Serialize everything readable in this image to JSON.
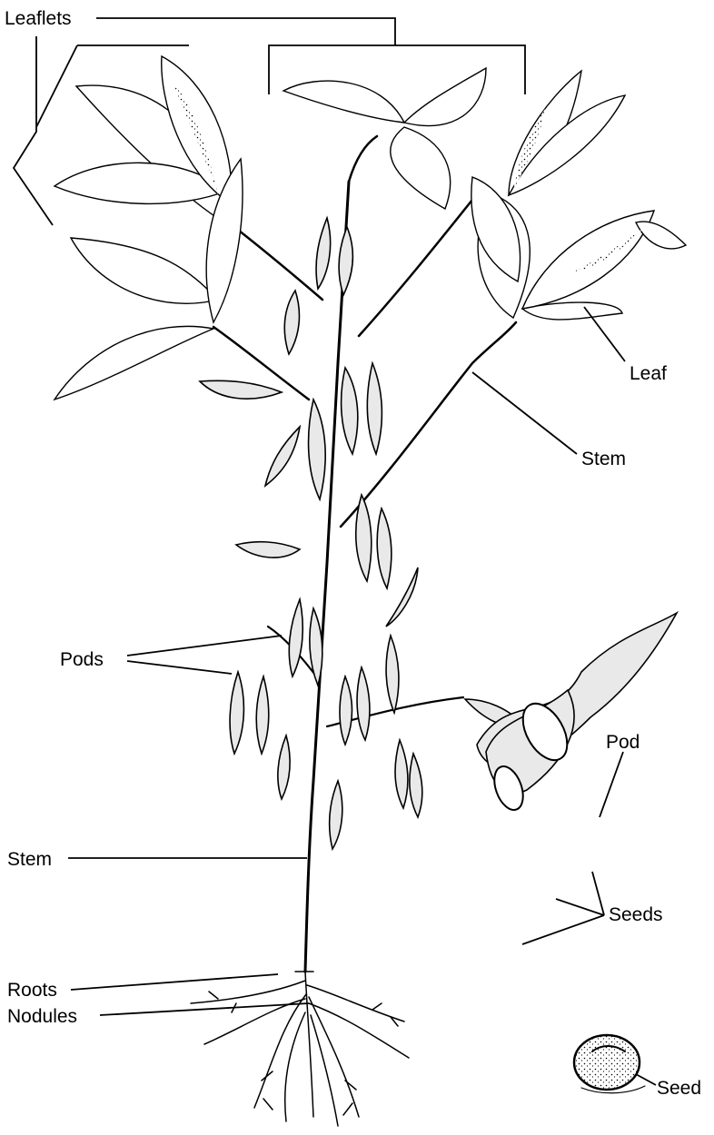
{
  "labels": {
    "leaflets": "Leaflets",
    "leaf": "Leaf",
    "stem_upper": "Stem",
    "pods": "Pods",
    "stem_lower": "Stem",
    "roots": "Roots",
    "nodules": "Nodules",
    "pod": "Pod",
    "seeds": "Seeds",
    "seed": "Seed"
  }
}
